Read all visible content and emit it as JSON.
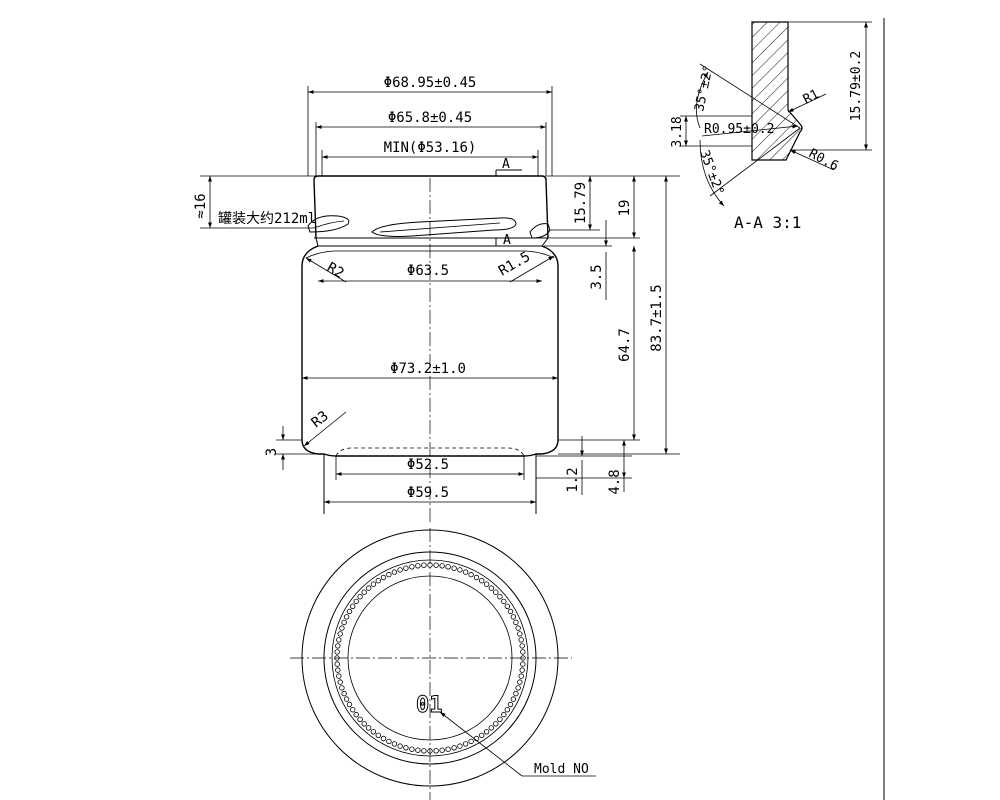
{
  "front_view": {
    "dim_outer_dia": "Φ68.95±0.45",
    "dim_inner_dia": "Φ65.8±0.45",
    "dim_min_dia": "MIN(Φ53.16)",
    "section_mark_a_top": "A",
    "section_mark_a_bottom": "A",
    "dim_top_16": "≈16",
    "capacity_label": "罐装大约212ml",
    "dim_15_79": "15.79",
    "dim_19": "19",
    "dim_r2": "R2",
    "dim_r1_5": "R1.5",
    "dim_dia_63_5": "Φ63.5",
    "dim_3_5": "3.5",
    "dim_64_7": "64.7",
    "dim_83_7": "83.7±1.5",
    "dim_body_dia": "Φ73.2±1.0",
    "dim_r3": "R3",
    "dim_3": "3",
    "dim_dia_52_5": "Φ52.5",
    "dim_dia_59_5": "Φ59.5",
    "dim_1_2": "1.2",
    "dim_4_8": "4.8"
  },
  "section_view": {
    "angle_top": "35°±2°",
    "dim_r1": "R1",
    "dim_3_18": "3.18",
    "dim_r0_95": "R0.95±0.2",
    "angle_bottom": "35°±2°",
    "dim_r0_6": "R0.6",
    "dim_15_79": "15.79±0.2",
    "title": "A-A  3:1"
  },
  "bottom_view": {
    "mold_number": "01",
    "mold_label": "Mold NO"
  }
}
